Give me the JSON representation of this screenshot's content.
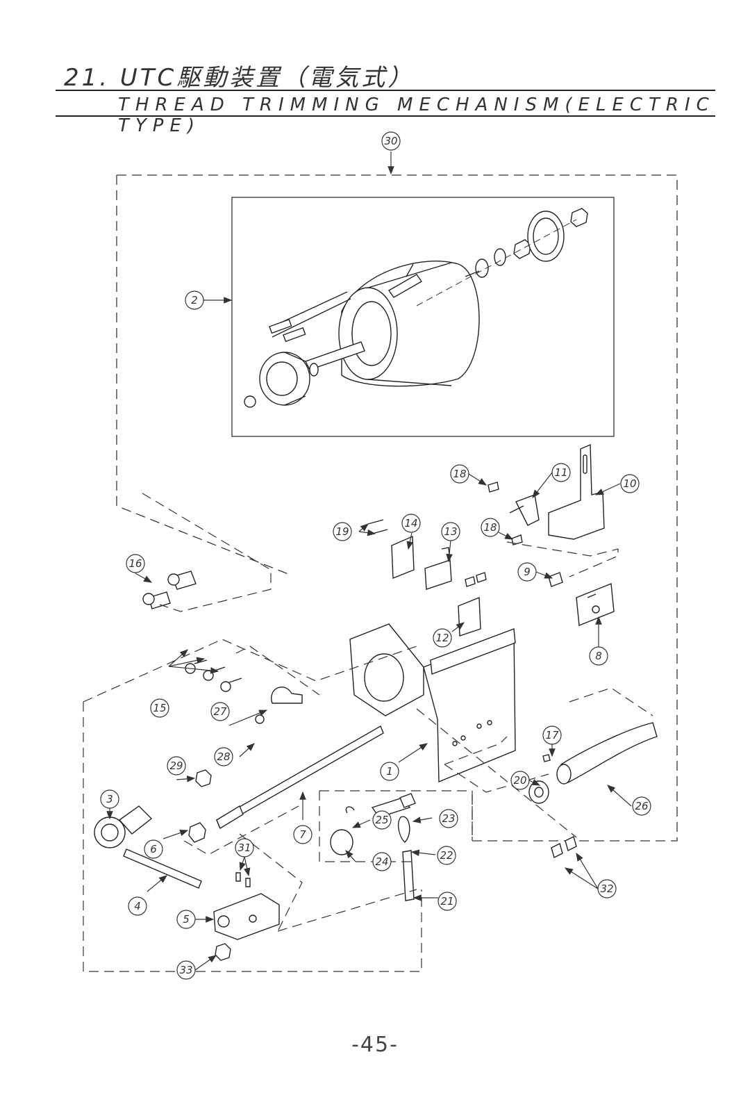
{
  "header": {
    "title_jp": "21. UTC駆動装置（電気式）",
    "title_en": "THREAD TRIMMING MECHANISM(ELECTRIC TYPE)"
  },
  "page_number": "-45-",
  "callouts": {
    "p1": "1",
    "p2": "2",
    "p3": "3",
    "p4": "4",
    "p5": "5",
    "p6": "6",
    "p7": "7",
    "p8": "8",
    "p9": "9",
    "p10": "10",
    "p11": "11",
    "p12": "12",
    "p13": "13",
    "p14": "14",
    "p15": "15",
    "p16": "16",
    "p17": "17",
    "p18a": "18",
    "p18b": "18",
    "p19": "19",
    "p20": "20",
    "p21": "21",
    "p22": "22",
    "p23": "23",
    "p24": "24",
    "p25": "25",
    "p26": "26",
    "p27": "27",
    "p28": "28",
    "p29": "29",
    "p30": "30",
    "p31": "31",
    "p32": "32",
    "p33": "33"
  }
}
